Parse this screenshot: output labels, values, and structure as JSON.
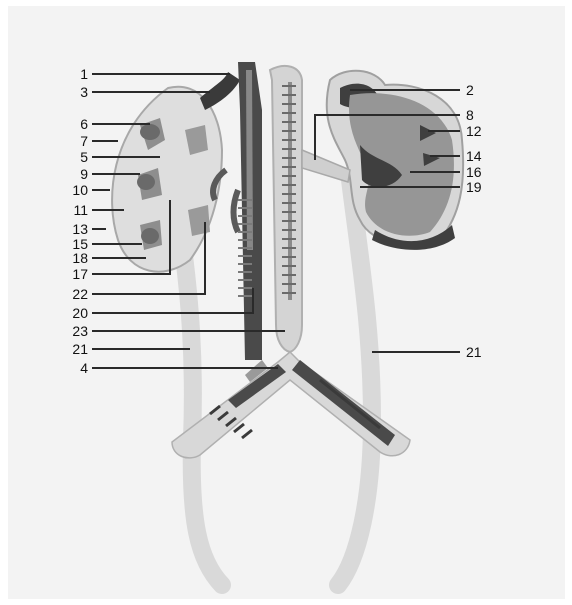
{
  "colors": {
    "background": "#f3f3f3",
    "dark": "#3a3a3a",
    "medium": "#9a9a9a",
    "light": "#d9d9d9"
  },
  "labels_left": [
    "1",
    "3",
    "6",
    "7",
    "5",
    "9",
    "10",
    "11",
    "13",
    "15",
    "18",
    "17",
    "22",
    "20",
    "23",
    "21",
    "4"
  ],
  "labels_right": [
    "2",
    "8",
    "12",
    "14",
    "16",
    "19",
    "21"
  ]
}
